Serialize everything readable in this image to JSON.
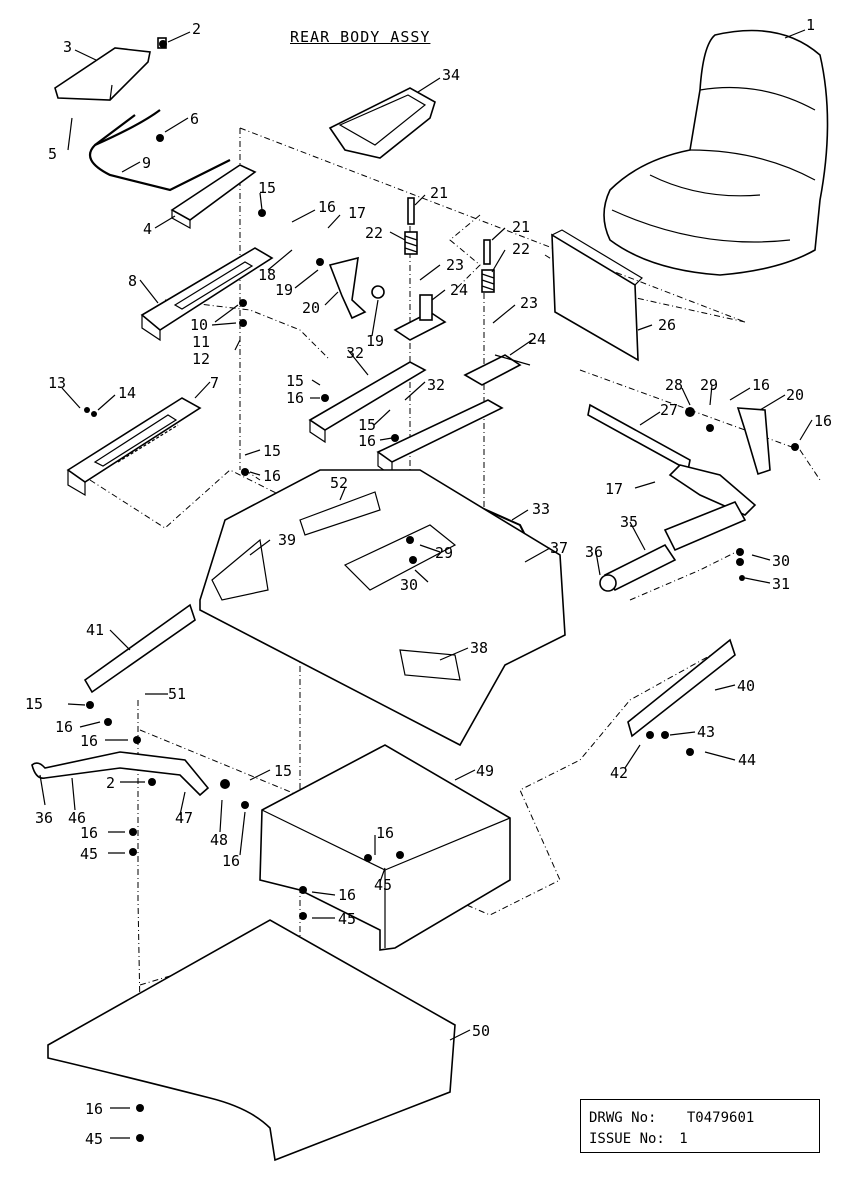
{
  "title": "REAR BODY ASSY",
  "drawing_box": {
    "drwg_label": "DRWG No:",
    "drwg_value": "T0479601",
    "issue_label": "ISSUE No:",
    "issue_value": "1"
  },
  "callouts": [
    {
      "id": "c1",
      "text": "1"
    },
    {
      "id": "c2a",
      "text": "2"
    },
    {
      "id": "c3",
      "text": "3"
    },
    {
      "id": "c34",
      "text": "34"
    },
    {
      "id": "c5",
      "text": "5"
    },
    {
      "id": "c6",
      "text": "6"
    },
    {
      "id": "c9",
      "text": "9"
    },
    {
      "id": "c15a",
      "text": "15"
    },
    {
      "id": "c16a",
      "text": "16"
    },
    {
      "id": "c17a",
      "text": "17"
    },
    {
      "id": "c21a",
      "text": "21"
    },
    {
      "id": "c22a",
      "text": "22"
    },
    {
      "id": "c21b",
      "text": "21"
    },
    {
      "id": "c22b",
      "text": "22"
    },
    {
      "id": "c4",
      "text": "4"
    },
    {
      "id": "c18",
      "text": "18"
    },
    {
      "id": "c19a",
      "text": "19"
    },
    {
      "id": "c20a",
      "text": "20"
    },
    {
      "id": "c19b",
      "text": "19"
    },
    {
      "id": "c23a",
      "text": "23"
    },
    {
      "id": "c24a",
      "text": "24"
    },
    {
      "id": "c23b",
      "text": "23"
    },
    {
      "id": "c26",
      "text": "26"
    },
    {
      "id": "c24b",
      "text": "24"
    },
    {
      "id": "c8",
      "text": "8"
    },
    {
      "id": "c10",
      "text": "10"
    },
    {
      "id": "c11",
      "text": "11"
    },
    {
      "id": "c12",
      "text": "12"
    },
    {
      "id": "c32a",
      "text": "32"
    },
    {
      "id": "c15b",
      "text": "15"
    },
    {
      "id": "c16b",
      "text": "16"
    },
    {
      "id": "c32b",
      "text": "32"
    },
    {
      "id": "c15c",
      "text": "15"
    },
    {
      "id": "c16c",
      "text": "16"
    },
    {
      "id": "c13",
      "text": "13"
    },
    {
      "id": "c14",
      "text": "14"
    },
    {
      "id": "c7",
      "text": "7"
    },
    {
      "id": "c15d",
      "text": "15"
    },
    {
      "id": "c16d",
      "text": "16"
    },
    {
      "id": "c28",
      "text": "28"
    },
    {
      "id": "c29a",
      "text": "29"
    },
    {
      "id": "c16e",
      "text": "16"
    },
    {
      "id": "c20b",
      "text": "20"
    },
    {
      "id": "c27",
      "text": "27"
    },
    {
      "id": "c16f",
      "text": "16"
    },
    {
      "id": "c17b",
      "text": "17"
    },
    {
      "id": "c52",
      "text": "52"
    },
    {
      "id": "c33",
      "text": "33"
    },
    {
      "id": "c35",
      "text": "35"
    },
    {
      "id": "c39",
      "text": "39"
    },
    {
      "id": "c37",
      "text": "37"
    },
    {
      "id": "c29b",
      "text": "29"
    },
    {
      "id": "c36a",
      "text": "36"
    },
    {
      "id": "c30a",
      "text": "30"
    },
    {
      "id": "c30b",
      "text": "30"
    },
    {
      "id": "c31",
      "text": "31"
    },
    {
      "id": "c41",
      "text": "41"
    },
    {
      "id": "c38",
      "text": "38"
    },
    {
      "id": "c40",
      "text": "40"
    },
    {
      "id": "c15e",
      "text": "15"
    },
    {
      "id": "c51",
      "text": "51"
    },
    {
      "id": "c16g",
      "text": "16"
    },
    {
      "id": "c16h",
      "text": "16"
    },
    {
      "id": "c43",
      "text": "43"
    },
    {
      "id": "c42",
      "text": "42"
    },
    {
      "id": "c44",
      "text": "44"
    },
    {
      "id": "c2b",
      "text": "2"
    },
    {
      "id": "c15f",
      "text": "15"
    },
    {
      "id": "c49",
      "text": "49"
    },
    {
      "id": "c36b",
      "text": "36"
    },
    {
      "id": "c46",
      "text": "46"
    },
    {
      "id": "c47",
      "text": "47"
    },
    {
      "id": "c48",
      "text": "48"
    },
    {
      "id": "c16i",
      "text": "16"
    },
    {
      "id": "c16j",
      "text": "16"
    },
    {
      "id": "c45a",
      "text": "45"
    },
    {
      "id": "c16k",
      "text": "16"
    },
    {
      "id": "c45b",
      "text": "45"
    },
    {
      "id": "c16l",
      "text": "16"
    },
    {
      "id": "c45c",
      "text": "45"
    },
    {
      "id": "c50",
      "text": "50"
    },
    {
      "id": "c16m",
      "text": "16"
    },
    {
      "id": "c45d",
      "text": "45"
    }
  ]
}
